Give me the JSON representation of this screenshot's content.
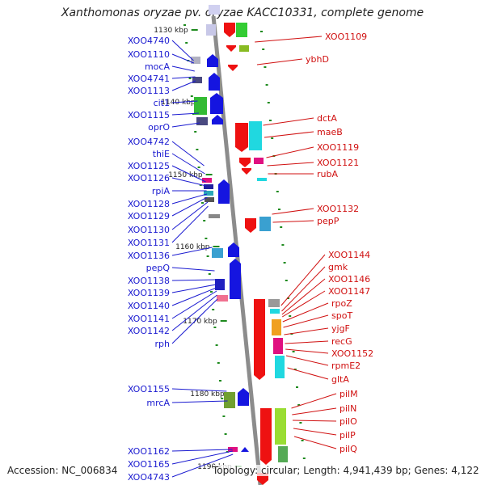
{
  "title": "Xanthomonas oryzae pv. oryzae KACC10331, complete genome",
  "accession_text": "Accession: NC_006834",
  "summary_text": "Topology: circular; Length: 4,941,439 bp; Genes: 4,122",
  "colors": {
    "left_label": "#1a1ad0",
    "right_label": "#d01010",
    "backbone": "#8c8c8c",
    "kbp_tick": "#1e8a1e"
  },
  "kbp_labels": [
    "1130 kbp",
    "1140 kbp",
    "1150 kbp",
    "1160 kbp",
    "1170 kbp",
    "1180 kbp",
    "1190 kbp"
  ],
  "left_genes": [
    "XOO4740",
    "XOO1110",
    "mocA",
    "XOO4741",
    "XOO1113",
    "cit1",
    "XOO1115",
    "oprO",
    "XOO4742",
    "thiE",
    "XOO1125",
    "XOO1126",
    "rpiA",
    "XOO1128",
    "XOO1129",
    "XOO1130",
    "XOO1131",
    "XOO1136",
    "pepQ",
    "XOO1138",
    "XOO1139",
    "XOO1140",
    "XOO1141",
    "XOO1142",
    "rph",
    "XOO1155",
    "mrcA",
    "XOO1162",
    "XOO1165",
    "XOO4743"
  ],
  "right_genes": [
    "XOO1109",
    "ybhD",
    "dctA",
    "maeB",
    "XOO1119",
    "XOO1121",
    "rubA",
    "XOO1132",
    "pepP",
    "XOO1144",
    "gmk",
    "XOO1146",
    "XOO1147",
    "rpoZ",
    "spoT",
    "yjgF",
    "recG",
    "XOO1152",
    "rpmE2",
    "gltA",
    "pilM",
    "pilN",
    "pilO",
    "pilP",
    "pilQ"
  ]
}
